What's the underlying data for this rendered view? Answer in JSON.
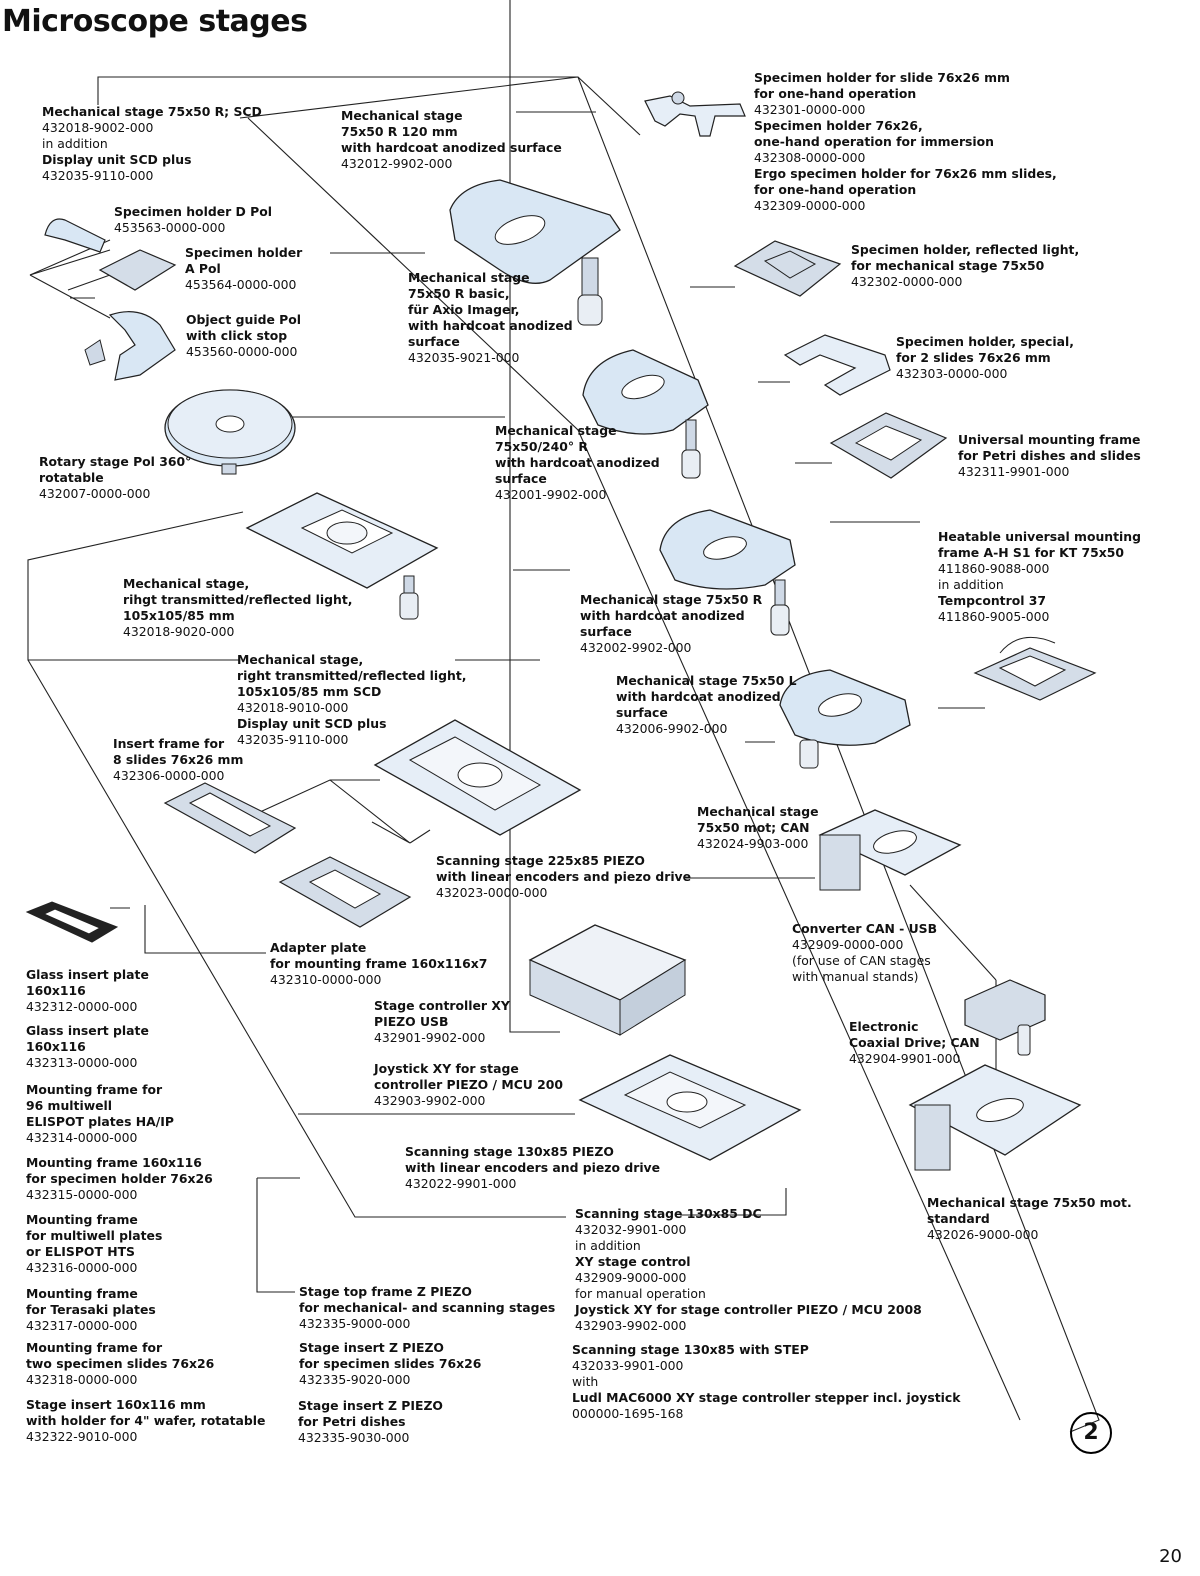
{
  "title": "Microscope stages",
  "page_number": "20",
  "reference_badge": "2",
  "labels": [
    {
      "id": "mech-stage-75x50-r-scd",
      "lines": [
        {
          "t": "Mechanical stage 75x50 R; SCD",
          "b": true
        },
        {
          "t": "432018-9002-000",
          "b": false
        },
        {
          "t": "in addition",
          "b": false
        },
        {
          "t": "Display unit SCD plus",
          "b": true
        },
        {
          "t": "432035-9110-000",
          "b": false
        }
      ]
    },
    {
      "id": "mech-stage-75x50-r120",
      "lines": [
        {
          "t": "Mechanical stage",
          "b": true
        },
        {
          "t": "75x50 R 120 mm",
          "b": true
        },
        {
          "t": "with hardcoat anodized surface",
          "b": true
        },
        {
          "t": "432012-9902-000",
          "b": false
        }
      ]
    },
    {
      "id": "specimen-holders-one-hand",
      "lines": [
        {
          "t": "Specimen holder for slide 76x26 mm",
          "b": true
        },
        {
          "t": "for one-hand operation",
          "b": true
        },
        {
          "t": "432301-0000-000",
          "b": false
        },
        {
          "t": "Specimen holder 76x26,",
          "b": true
        },
        {
          "t": "one-hand operation for immersion",
          "b": true
        },
        {
          "t": "432308-0000-000",
          "b": false
        },
        {
          "t": "Ergo specimen holder for 76x26 mm slides,",
          "b": true
        },
        {
          "t": "for one-hand operation",
          "b": true
        },
        {
          "t": "432309-0000-000",
          "b": false
        }
      ]
    },
    {
      "id": "specimen-holder-d-pol",
      "lines": [
        {
          "t": "Specimen holder D Pol",
          "b": true
        },
        {
          "t": "453563-0000-000",
          "b": false
        }
      ]
    },
    {
      "id": "specimen-holder-a-pol",
      "lines": [
        {
          "t": "Specimen holder",
          "b": true
        },
        {
          "t": "A Pol",
          "b": true
        },
        {
          "t": "453564-0000-000",
          "b": false
        }
      ]
    },
    {
      "id": "object-guide-pol",
      "lines": [
        {
          "t": "Object guide Pol",
          "b": true
        },
        {
          "t": "with click stop",
          "b": true
        },
        {
          "t": "453560-0000-000",
          "b": false
        }
      ]
    },
    {
      "id": "rotary-stage-pol",
      "lines": [
        {
          "t": "Rotary stage Pol 360°",
          "b": true
        },
        {
          "t": "rotatable",
          "b": true
        },
        {
          "t": "432007-0000-000",
          "b": false
        }
      ]
    },
    {
      "id": "mech-stage-75x50-r-basic",
      "lines": [
        {
          "t": "Mechanical stage",
          "b": true
        },
        {
          "t": "75x50 R basic,",
          "b": true
        },
        {
          "t": "für Axio Imager,",
          "b": true
        },
        {
          "t": "with hardcoat anodized",
          "b": true
        },
        {
          "t": "surface",
          "b": true
        },
        {
          "t": "432035-9021-000",
          "b": false
        }
      ]
    },
    {
      "id": "specimen-holder-reflected",
      "lines": [
        {
          "t": "Specimen holder, reflected light,",
          "b": true
        },
        {
          "t": "for mechanical stage 75x50",
          "b": true
        },
        {
          "t": "432302-0000-000",
          "b": false
        }
      ]
    },
    {
      "id": "specimen-holder-special",
      "lines": [
        {
          "t": "Specimen holder, special,",
          "b": true
        },
        {
          "t": "for 2 slides 76x26 mm",
          "b": true
        },
        {
          "t": "432303-0000-000",
          "b": false
        }
      ]
    },
    {
      "id": "mech-stage-240-r",
      "lines": [
        {
          "t": "Mechanical stage",
          "b": true
        },
        {
          "t": "75x50/240° R",
          "b": true
        },
        {
          "t": "with hardcoat anodized",
          "b": true
        },
        {
          "t": "surface",
          "b": true
        },
        {
          "t": "432001-9902-000",
          "b": false
        }
      ]
    },
    {
      "id": "universal-mounting-frame",
      "lines": [
        {
          "t": "Universal mounting frame",
          "b": true
        },
        {
          "t": "for Petri dishes and slides",
          "b": true
        },
        {
          "t": "432311-9901-000",
          "b": false
        }
      ]
    },
    {
      "id": "heatable-frame",
      "lines": [
        {
          "t": "Heatable universal mounting",
          "b": true
        },
        {
          "t": "frame A-H S1 for KT 75x50",
          "b": true
        },
        {
          "t": "411860-9088-000",
          "b": false
        },
        {
          "t": "in addition",
          "b": false
        },
        {
          "t": "Tempcontrol 37",
          "b": true
        },
        {
          "t": "411860-9005-000",
          "b": false
        }
      ]
    },
    {
      "id": "mech-stage-105-rihgt",
      "lines": [
        {
          "t": "Mechanical stage,",
          "b": true
        },
        {
          "t": "rihgt transmitted/reflected light,",
          "b": true
        },
        {
          "t": "105x105/85 mm",
          "b": true
        },
        {
          "t": "432018-9020-000",
          "b": false
        }
      ]
    },
    {
      "id": "mech-stage-75x50-r",
      "lines": [
        {
          "t": "Mechanical stage 75x50 R",
          "b": true
        },
        {
          "t": "with hardcoat anodized",
          "b": true
        },
        {
          "t": "surface",
          "b": true
        },
        {
          "t": "432002-9902-000",
          "b": false
        }
      ]
    },
    {
      "id": "mech-stage-105-scd",
      "lines": [
        {
          "t": "Mechanical stage,",
          "b": true
        },
        {
          "t": "right transmitted/reflected light,",
          "b": true
        },
        {
          "t": "105x105/85 mm SCD",
          "b": true
        },
        {
          "t": "432018-9010-000",
          "b": false
        },
        {
          "t": "Display unit SCD plus",
          "b": true
        },
        {
          "t": "432035-9110-000",
          "b": false
        }
      ]
    },
    {
      "id": "mech-stage-75x50-l",
      "lines": [
        {
          "t": "Mechanical stage 75x50 L",
          "b": true
        },
        {
          "t": "with hardcoat anodized",
          "b": true
        },
        {
          "t": "surface",
          "b": true
        },
        {
          "t": "432006-9902-000",
          "b": false
        }
      ]
    },
    {
      "id": "insert-frame-8-slides",
      "lines": [
        {
          "t": "Insert frame for",
          "b": true
        },
        {
          "t": "8 slides 76x26 mm",
          "b": true
        },
        {
          "t": "432306-0000-000",
          "b": false
        }
      ]
    },
    {
      "id": "mech-stage-mot-can",
      "lines": [
        {
          "t": "Mechanical stage",
          "b": true
        },
        {
          "t": "75x50 mot; CAN",
          "b": true
        },
        {
          "t": "432024-9903-000",
          "b": false
        }
      ]
    },
    {
      "id": "scanning-stage-225",
      "lines": [
        {
          "t": "Scanning stage 225x85 PIEZO",
          "b": true
        },
        {
          "t": "with linear encoders and piezo drive",
          "b": true
        },
        {
          "t": "432023-0000-000",
          "b": false
        }
      ]
    },
    {
      "id": "converter-can-usb",
      "lines": [
        {
          "t": "Converter CAN - USB",
          "b": true
        },
        {
          "t": "432909-0000-000",
          "b": false
        },
        {
          "t": "(for use of CAN stages",
          "b": false
        },
        {
          "t": "with manual stands)",
          "b": false
        }
      ]
    },
    {
      "id": "adapter-plate",
      "lines": [
        {
          "t": "Adapter plate",
          "b": true
        },
        {
          "t": "for mounting frame 160x116x7",
          "b": true
        },
        {
          "t": "432310-0000-000",
          "b": false
        }
      ]
    },
    {
      "id": "glass-insert-1",
      "lines": [
        {
          "t": "Glass insert plate",
          "b": true
        },
        {
          "t": "160x116",
          "b": true
        },
        {
          "t": "432312-0000-000",
          "b": false
        }
      ]
    },
    {
      "id": "stage-controller-xy",
      "lines": [
        {
          "t": "Stage controller XY",
          "b": true
        },
        {
          "t": "PIEZO USB",
          "b": true
        },
        {
          "t": "432901-9902-000",
          "b": false
        }
      ]
    },
    {
      "id": "glass-insert-2",
      "lines": [
        {
          "t": "Glass insert plate",
          "b": true
        },
        {
          "t": "160x116",
          "b": true
        },
        {
          "t": "432313-0000-000",
          "b": false
        }
      ]
    },
    {
      "id": "electronic-coaxial",
      "lines": [
        {
          "t": "Electronic",
          "b": true
        },
        {
          "t": "Coaxial Drive; CAN",
          "b": true
        },
        {
          "t": "432904-9901-000",
          "b": false
        }
      ]
    },
    {
      "id": "joystick-xy-200",
      "lines": [
        {
          "t": "Joystick XY for stage",
          "b": true
        },
        {
          "t": "controller PIEZO / MCU 200",
          "b": true
        },
        {
          "t": "432903-9902-000",
          "b": false
        }
      ]
    },
    {
      "id": "mounting-frame-96",
      "lines": [
        {
          "t": "Mounting frame for",
          "b": true
        },
        {
          "t": "96 multiwell",
          "b": true
        },
        {
          "t": "ELISPOT plates HA/IP",
          "b": true
        },
        {
          "t": "432314-0000-000",
          "b": false
        }
      ]
    },
    {
      "id": "scanning-stage-130-piezo",
      "lines": [
        {
          "t": "Scanning stage 130x85 PIEZO",
          "b": true
        },
        {
          "t": "with linear encoders and piezo drive",
          "b": true
        },
        {
          "t": "432022-9901-000",
          "b": false
        }
      ]
    },
    {
      "id": "mounting-frame-160",
      "lines": [
        {
          "t": "Mounting frame 160x116",
          "b": true
        },
        {
          "t": "for specimen holder 76x26",
          "b": true
        },
        {
          "t": "432315-0000-000",
          "b": false
        }
      ]
    },
    {
      "id": "mech-stage-mot-standard",
      "lines": [
        {
          "t": "Mechanical stage 75x50 mot.",
          "b": true
        },
        {
          "t": "standard",
          "b": true
        },
        {
          "t": "432026-9000-000",
          "b": false
        }
      ]
    },
    {
      "id": "scanning-stage-130-dc",
      "lines": [
        {
          "t": "Scanning stage 130x85 DC",
          "b": true
        },
        {
          "t": "432032-9901-000",
          "b": false
        },
        {
          "t": "in addition",
          "b": false
        },
        {
          "t": "XY stage control",
          "b": true
        },
        {
          "t": "432909-9000-000",
          "b": false
        },
        {
          "t": "for manual operation",
          "b": false
        },
        {
          "t": "Joystick XY for stage controller PIEZO / MCU 2008",
          "b": true
        },
        {
          "t": "432903-9902-000",
          "b": false
        }
      ]
    },
    {
      "id": "mounting-frame-multiwell",
      "lines": [
        {
          "t": "Mounting frame",
          "b": true
        },
        {
          "t": "for multiwell plates",
          "b": true
        },
        {
          "t": "or ELISPOT HTS",
          "b": true
        },
        {
          "t": "432316-0000-000",
          "b": false
        }
      ]
    },
    {
      "id": "stage-top-frame",
      "lines": [
        {
          "t": "Stage top frame Z PIEZO",
          "b": true
        },
        {
          "t": "for mechanical- and scanning stages",
          "b": true
        },
        {
          "t": "432335-9000-000",
          "b": false
        }
      ]
    },
    {
      "id": "mounting-frame-terasaki",
      "lines": [
        {
          "t": "Mounting frame",
          "b": true
        },
        {
          "t": "for Terasaki plates",
          "b": true
        },
        {
          "t": "432317-0000-000",
          "b": false
        }
      ]
    },
    {
      "id": "scanning-stage-step",
      "lines": [
        {
          "t": "Scanning stage 130x85 with STEP",
          "b": true
        },
        {
          "t": "432033-9901-000",
          "b": false
        },
        {
          "t": "with",
          "b": false
        },
        {
          "t": "Ludl MAC6000 XY stage controller stepper incl. joystick",
          "b": true
        },
        {
          "t": "000000-1695-168",
          "b": false
        }
      ]
    },
    {
      "id": "mounting-frame-two-slides",
      "lines": [
        {
          "t": "Mounting frame for",
          "b": true
        },
        {
          "t": "two specimen slides 76x26",
          "b": true
        },
        {
          "t": "432318-0000-000",
          "b": false
        }
      ]
    },
    {
      "id": "stage-insert-slides",
      "lines": [
        {
          "t": "Stage insert Z PIEZO",
          "b": true
        },
        {
          "t": "for specimen slides 76x26",
          "b": true
        },
        {
          "t": "432335-9020-000",
          "b": false
        }
      ]
    },
    {
      "id": "stage-insert-wafer",
      "lines": [
        {
          "t": "Stage insert 160x116 mm",
          "b": true
        },
        {
          "t": "with holder for 4\" wafer, rotatable",
          "b": true
        },
        {
          "t": "432322-9010-000",
          "b": false
        }
      ]
    },
    {
      "id": "stage-insert-petri",
      "lines": [
        {
          "t": "Stage insert Z PIEZO",
          "b": true
        },
        {
          "t": "for Petri dishes",
          "b": true
        },
        {
          "t": "432335-9030-000",
          "b": false
        }
      ]
    }
  ]
}
